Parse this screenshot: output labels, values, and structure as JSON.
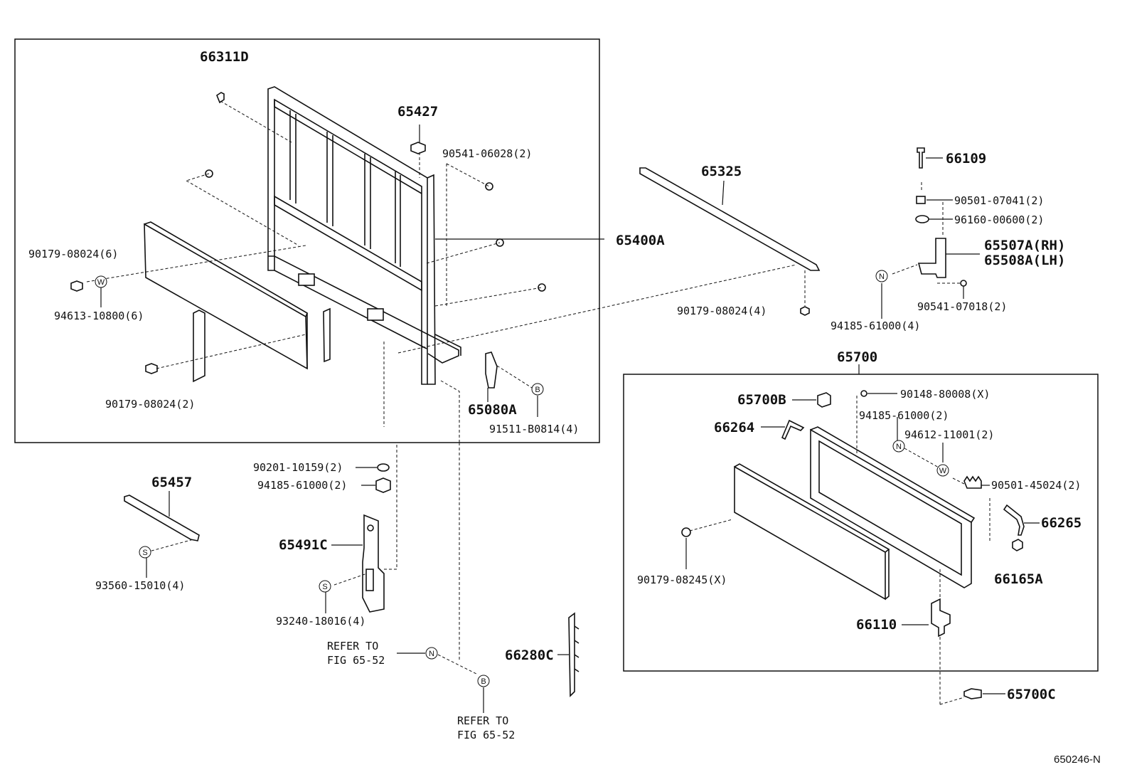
{
  "diagram_id": "650246-N",
  "parts": {
    "p66311D": "66311D",
    "p65427": "65427",
    "p90541_06028": "90541-06028(2)",
    "p65400A": "65400A",
    "p90179_08024_6": "90179-08024(6)",
    "p94613_10800": "94613-10800(6)",
    "p90179_08024_2": "90179-08024(2)",
    "p65080A": "65080A",
    "p91511_B0814": "91511-B0814(4)",
    "p65325": "65325",
    "p90179_08024_4": "90179-08024(4)",
    "p66109": "66109",
    "p90501_07041": "90501-07041(2)",
    "p96160_00600": "96160-00600(2)",
    "p65507A": "65507A(RH)",
    "p65508A": "65508A(LH)",
    "p90541_07018": "90541-07018(2)",
    "p94185_61000_4": "94185-61000(4)",
    "p65700": "65700",
    "p65700B": "65700B",
    "p90148_80008": "90148-80008(X)",
    "p94185_61000_2b": "94185-61000(2)",
    "p94612_11001": "94612-11001(2)",
    "p66264": "66264",
    "p90501_45024": "90501-45024(2)",
    "p66265": "66265",
    "p66165A": "66165A",
    "p90179_08245": "90179-08245(X)",
    "p66110": "66110",
    "p65700C": "65700C",
    "p65457": "65457",
    "p93560_15010": "93560-15010(4)",
    "p90201_10159": "90201-10159(2)",
    "p94185_61000_2a": "94185-61000(2)",
    "p65491C": "65491C",
    "p93240_18016": "93240-18016(4)",
    "p66280C": "66280C"
  },
  "refer": {
    "line1": "REFER TO",
    "line2": "FIG 65-52"
  },
  "symbols": {
    "W": "W",
    "N": "N",
    "B": "B",
    "S": "S"
  }
}
